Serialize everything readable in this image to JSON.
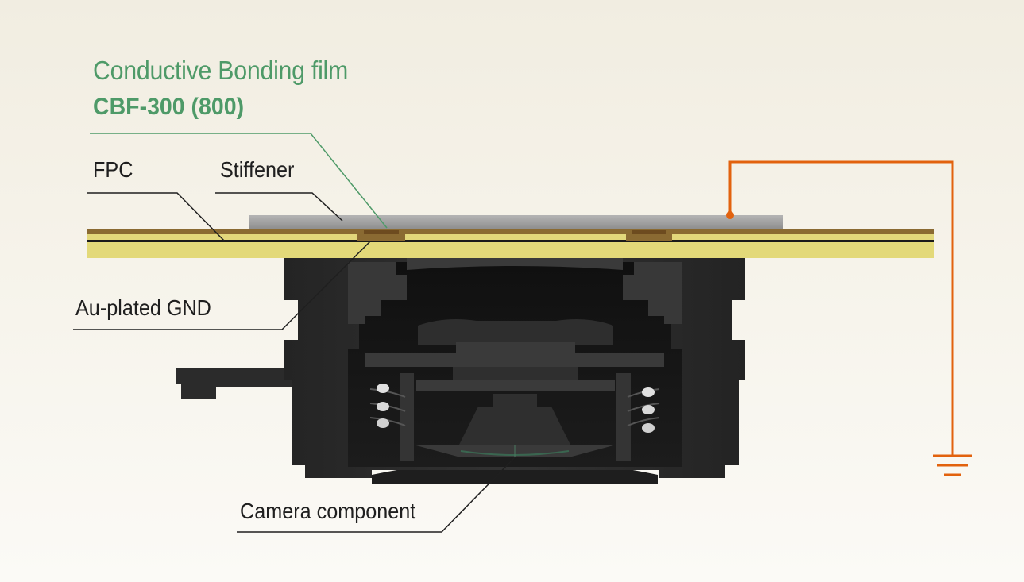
{
  "film": {
    "title": "Conductive Bonding film",
    "product": "CBF-300 (800)"
  },
  "labels": {
    "fpc": "FPC",
    "stiffener": "Stiffener",
    "au_plated_gnd": "Au-plated GND",
    "camera_component": "Camera component"
  },
  "colors": {
    "film_label": "#4e9a68",
    "ground_wire": "#e2620e",
    "fpc_copper": "#8a6a32",
    "fpc_yellow": "#e2d77b",
    "camera_body": "#2a2a2a",
    "stiffener": "#9a9a9a"
  },
  "icons": [
    "ground-symbol-icon"
  ]
}
